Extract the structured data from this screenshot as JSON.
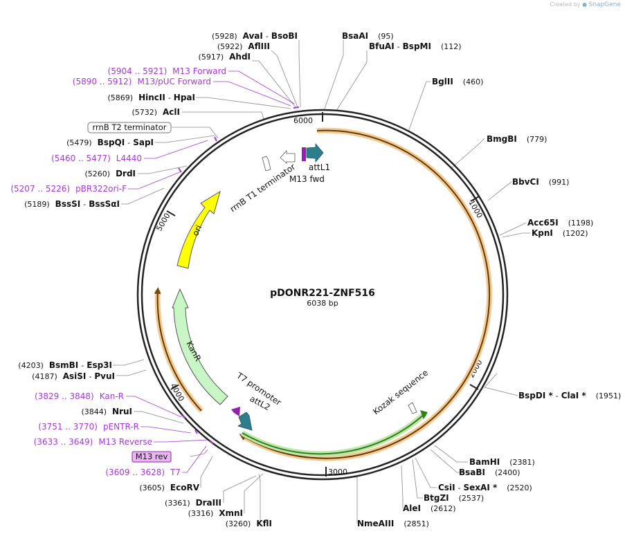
{
  "credit": {
    "prefix": "Created by",
    "brand": "SnapGene"
  },
  "plasmid": {
    "name": "pDONR221-ZNF516",
    "size_label": "6038 bp",
    "length": 6038
  },
  "colors": {
    "primer": "#a33ad1",
    "orange": "#f2a33a",
    "green": "#3ea52b",
    "ori": "#ffff00",
    "kanr": "#c8f7c5",
    "teal": "#2e7d8c"
  },
  "ticks": [
    "1000",
    "2000",
    "3000",
    "4000",
    "5000",
    "6000"
  ],
  "sites": [
    {
      "pos": "(5928)",
      "names": [
        "AvaI",
        "BsoBI"
      ]
    },
    {
      "pos": "(5922)",
      "names": [
        "AflIII"
      ]
    },
    {
      "pos": "(5917)",
      "names": [
        "AhdI"
      ]
    },
    {
      "pos": "(5869)",
      "names": [
        "HincII",
        "HpaI"
      ]
    },
    {
      "pos": "(5732)",
      "names": [
        "AclI"
      ]
    },
    {
      "pos": "(5479)",
      "names": [
        "BspQI",
        "SapI"
      ]
    },
    {
      "pos": "(5260)",
      "names": [
        "DrdI"
      ]
    },
    {
      "pos": "(5189)",
      "names": [
        "BssSI",
        "BssSαI"
      ]
    },
    {
      "pos": "(95)",
      "names": [
        "BsaAI"
      ]
    },
    {
      "pos": "(112)",
      "names": [
        "BfuAI",
        "BspMI"
      ]
    },
    {
      "pos": "(460)",
      "names": [
        "BglII"
      ]
    },
    {
      "pos": "(779)",
      "names": [
        "BmgBI"
      ]
    },
    {
      "pos": "(991)",
      "names": [
        "BbvCI"
      ]
    },
    {
      "pos": "(1198)",
      "names": [
        "Acc65I"
      ]
    },
    {
      "pos": "(1202)",
      "names": [
        "KpnI"
      ]
    },
    {
      "pos": "(1951)",
      "names": [
        "BspDI *",
        "ClaI *"
      ]
    },
    {
      "pos": "(2381)",
      "names": [
        "BamHI"
      ]
    },
    {
      "pos": "(2400)",
      "names": [
        "BsaBI"
      ]
    },
    {
      "pos": "(2520)",
      "names": [
        "CsiI",
        "SexAI *"
      ]
    },
    {
      "pos": "(2537)",
      "names": [
        "BtgZI"
      ]
    },
    {
      "pos": "(2612)",
      "names": [
        "AleI"
      ]
    },
    {
      "pos": "(2851)",
      "names": [
        "NmeAIII"
      ]
    },
    {
      "pos": "(3260)",
      "names": [
        "KflI"
      ]
    },
    {
      "pos": "(3316)",
      "names": [
        "XmnI"
      ]
    },
    {
      "pos": "(3361)",
      "names": [
        "DraIII"
      ]
    },
    {
      "pos": "(3605)",
      "names": [
        "EcoRV"
      ]
    },
    {
      "pos": "(3844)",
      "names": [
        "NruI"
      ]
    },
    {
      "pos": "(4187)",
      "names": [
        "AsiSI",
        "PvuI"
      ]
    },
    {
      "pos": "(4203)",
      "names": [
        "BsmBI",
        "Esp3I"
      ]
    }
  ],
  "primers": [
    {
      "range": "(5904 .. 5921)",
      "name": "M13 Forward"
    },
    {
      "range": "(5890 .. 5912)",
      "name": "M13/pUC Forward"
    },
    {
      "range": "(5460 .. 5477)",
      "name": "L4440"
    },
    {
      "range": "(5207 .. 5226)",
      "name": "pBR322ori-F"
    },
    {
      "range": "(3829 .. 3848)",
      "name": "Kan-R"
    },
    {
      "range": "(3751 .. 3770)",
      "name": "pENTR-R"
    },
    {
      "range": "(3633 .. 3649)",
      "name": "M13 Reverse"
    },
    {
      "range": "(3609 .. 3628)",
      "name": "T7"
    }
  ],
  "boxed": {
    "rrnb_t2": "rrnB T2 terminator",
    "m13rev": "M13 rev"
  },
  "features": {
    "rrnb_t1": "rrnB T1 terminator",
    "attl1": "attL1",
    "m13fwd": "M13 fwd",
    "ori": "ori",
    "kanr": "KanR",
    "t7prom": "T7 promoter",
    "attl2": "attL2",
    "kozak": "Kozak sequence"
  }
}
